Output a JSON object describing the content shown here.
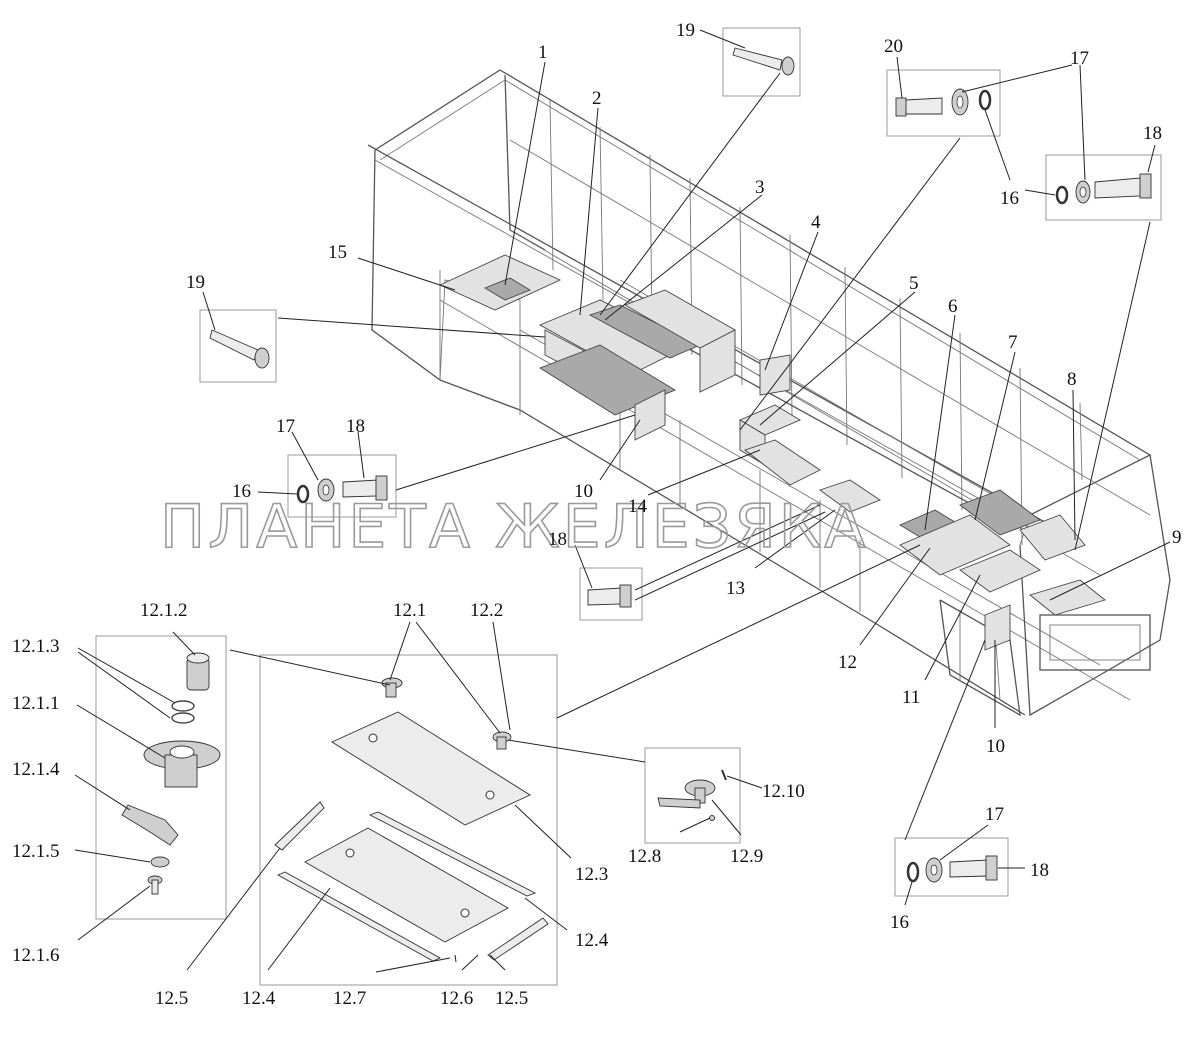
{
  "watermark": "ПЛАНЕТА ЖЕЛЕЗЯКА",
  "callouts": {
    "c1": "1",
    "c2": "2",
    "c3": "3",
    "c4": "4",
    "c5": "5",
    "c6": "6",
    "c7": "7",
    "c8": "8",
    "c9": "9",
    "c10a": "10",
    "c10b": "10",
    "c11": "11",
    "c12": "12",
    "c13": "13",
    "c14": "14",
    "c15": "15",
    "c16a": "16",
    "c16b": "16",
    "c16c": "16",
    "c17a": "17",
    "c17b": "17",
    "c17c": "17",
    "c18a": "18",
    "c18b": "18",
    "c18c": "18",
    "c18d": "18",
    "c19a": "19",
    "c19b": "19",
    "c20": "20",
    "c12_1": "12.1",
    "c12_2": "12.2",
    "c12_3": "12.3",
    "c12_4a": "12.4",
    "c12_4b": "12.4",
    "c12_5a": "12.5",
    "c12_5b": "12.5",
    "c12_6": "12.6",
    "c12_7": "12.7",
    "c12_8": "12.8",
    "c12_9": "12.9",
    "c12_10": "12.10",
    "c12_1_1": "12.1.1",
    "c12_1_2": "12.1.2",
    "c12_1_3": "12.1.3",
    "c12_1_4": "12.1.4",
    "c12_1_5": "12.1.5",
    "c12_1_6": "12.1.6"
  },
  "colors": {
    "line": "#222222",
    "frame": "#555555",
    "panel": "#e2e2e2",
    "part": "#cfcfcf",
    "watermark": "#9a9a9a"
  },
  "icons": [
    "bolt-icon",
    "washer-icon",
    "lock-icon",
    "screw-icon"
  ]
}
